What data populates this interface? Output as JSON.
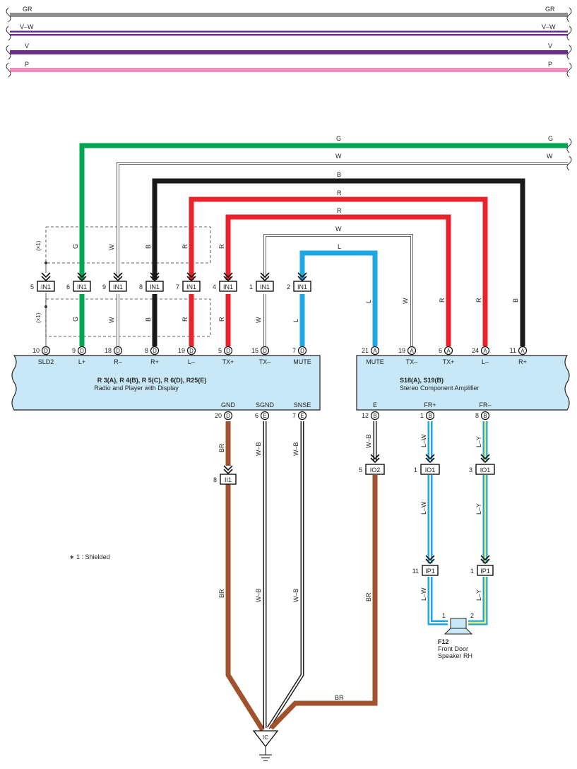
{
  "colors": {
    "GR": "#8e8e8e",
    "V-W": "#6b2d8e",
    "V": "#6b2d8e",
    "P": "#f08cbc",
    "G": "#00a651",
    "W": "#ffffff",
    "B": "#1a1a1a",
    "R": "#e8232b",
    "L": "#1ea7e0",
    "BR": "#a0522d",
    "Y": "#f2ea6a",
    "module_fill": "#c9e8f7"
  },
  "top_bus": [
    {
      "label": "GR"
    },
    {
      "label": "V–W"
    },
    {
      "label": "V"
    },
    {
      "label": "P"
    }
  ],
  "radio": {
    "title": "R 3(A), R 4(B), R 5(C), R 6(D), R25(E)",
    "subtitle": "Radio and Player with Display",
    "pins": [
      {
        "num": "10",
        "conn": "D",
        "name": "SLD2"
      },
      {
        "num": "9",
        "conn": "D",
        "name": "L+"
      },
      {
        "num": "18",
        "conn": "D",
        "name": "R–"
      },
      {
        "num": "8",
        "conn": "D",
        "name": "R+"
      },
      {
        "num": "19",
        "conn": "D",
        "name": "L–"
      },
      {
        "num": "5",
        "conn": "D",
        "name": "TX+"
      },
      {
        "num": "15",
        "conn": "D",
        "name": "TX–"
      },
      {
        "num": "7",
        "conn": "D",
        "name": "MUTE"
      }
    ],
    "bottom_pins": [
      {
        "num": "20",
        "conn": "D",
        "name": "GND"
      },
      {
        "num": "6",
        "conn": "E",
        "name": "SGND"
      },
      {
        "num": "7",
        "conn": "E",
        "name": "SNSE"
      }
    ]
  },
  "amp": {
    "title": "S18(A), S19(B)",
    "subtitle": "Stereo Component Amplifier",
    "pins": [
      {
        "num": "21",
        "conn": "A",
        "name": "MUTE"
      },
      {
        "num": "19",
        "conn": "A",
        "name": "TX–"
      },
      {
        "num": "6",
        "conn": "A",
        "name": "TX+"
      },
      {
        "num": "24",
        "conn": "A",
        "name": "L–"
      },
      {
        "num": "11",
        "conn": "A",
        "name": "R+"
      }
    ],
    "bottom_pins": [
      {
        "num": "12",
        "conn": "B",
        "name": "E"
      },
      {
        "num": "1",
        "conn": "B",
        "name": "FR+"
      },
      {
        "num": "8",
        "conn": "B",
        "name": "FR–"
      }
    ]
  },
  "in1_connectors": [
    {
      "pin": "5",
      "id": "IN1"
    },
    {
      "pin": "6",
      "id": "IN1"
    },
    {
      "pin": "9",
      "id": "IN1"
    },
    {
      "pin": "8",
      "id": "IN1"
    },
    {
      "pin": "7",
      "id": "IN1"
    },
    {
      "pin": "4",
      "id": "IN1"
    },
    {
      "pin": "1",
      "id": "IN1"
    },
    {
      "pin": "2",
      "id": "IN1"
    }
  ],
  "shield_note": "(×1)",
  "wire_labels": {
    "G": "G",
    "W": "W",
    "B": "B",
    "R": "R",
    "L": "L",
    "BR": "BR",
    "W-B": "W–B",
    "L-W": "L–W",
    "L-Y": "L–Y"
  },
  "lower_connectors": {
    "II1": {
      "pin": "8",
      "id": "II1"
    },
    "IO2": {
      "pin": "5",
      "id": "IO2"
    },
    "IO1_a": {
      "pin": "1",
      "id": "IO1"
    },
    "IO1_b": {
      "pin": "3",
      "id": "IO1"
    },
    "IP1_a": {
      "pin": "11",
      "id": "IP1"
    },
    "IP1_b": {
      "pin": "1",
      "id": "IP1"
    }
  },
  "speaker": {
    "code": "F12",
    "name_line1": "Front Door",
    "name_line2": "Speaker RH",
    "pin1": "1",
    "pin2": "2"
  },
  "ground": {
    "label": "IC"
  },
  "footnote": "∗ 1 : Shielded"
}
